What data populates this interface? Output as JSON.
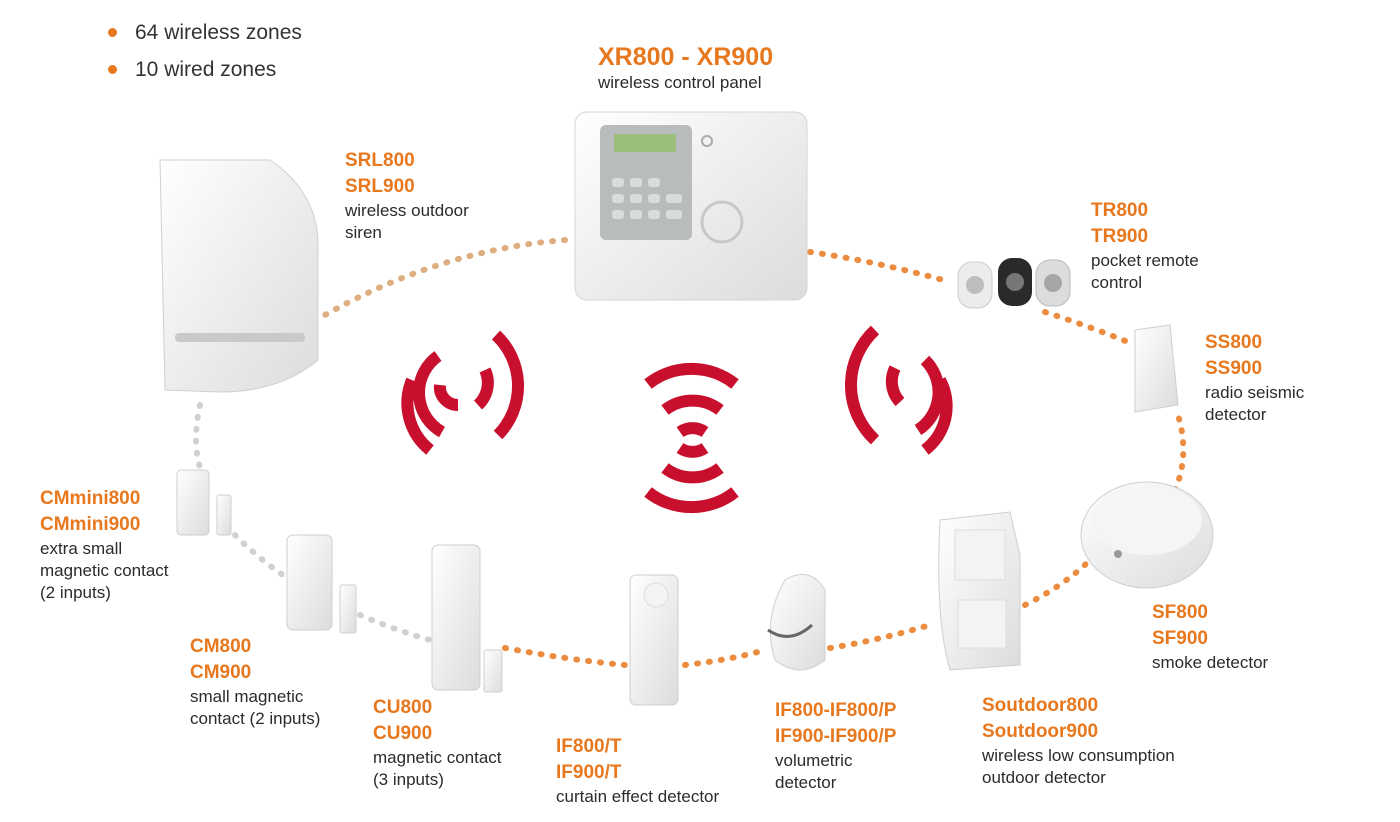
{
  "features": [
    "64 wireless zones",
    "10 wired zones"
  ],
  "devices": [
    {
      "id": "panel",
      "models": [
        "XR800 - XR900"
      ],
      "desc": "wireless control panel"
    },
    {
      "id": "siren",
      "models": [
        "SRL800",
        "SRL900"
      ],
      "desc": "wireless outdoor\nsiren"
    },
    {
      "id": "remote",
      "models": [
        "TR800",
        "TR900"
      ],
      "desc": "pocket remote\ncontrol"
    },
    {
      "id": "seismic",
      "models": [
        "SS800",
        "SS900"
      ],
      "desc": "radio seismic\ndetector"
    },
    {
      "id": "smoke",
      "models": [
        "SF800",
        "SF900"
      ],
      "desc": "smoke detector"
    },
    {
      "id": "outdoor",
      "models": [
        "Soutdoor800",
        "Soutdoor900"
      ],
      "desc": "wireless low consumption\noutdoor detector"
    },
    {
      "id": "volumetric",
      "models": [
        "IF800-IF800/P",
        "IF900-IF900/P"
      ],
      "desc": "volumetric\ndetector"
    },
    {
      "id": "curtain",
      "models": [
        "IF800/T",
        "IF900/T"
      ],
      "desc": "curtain effect detector"
    },
    {
      "id": "cu",
      "models": [
        "CU800",
        "CU900"
      ],
      "desc": "magnetic contact\n(3 inputs)"
    },
    {
      "id": "cm",
      "models": [
        "CM800",
        "CM900"
      ],
      "desc": "small magnetic\ncontact (2 inputs)"
    },
    {
      "id": "cmmini",
      "models": [
        "CMmini800",
        "CMmini900"
      ],
      "desc": "extra small\nmagnetic contact\n(2 inputs)"
    }
  ],
  "colors": {
    "accent": "#e8781e",
    "signal": "#c8102e",
    "device": "#eeeeee",
    "panel_keypad": "#b9bcbc",
    "lcd": "#9bbf7a"
  }
}
